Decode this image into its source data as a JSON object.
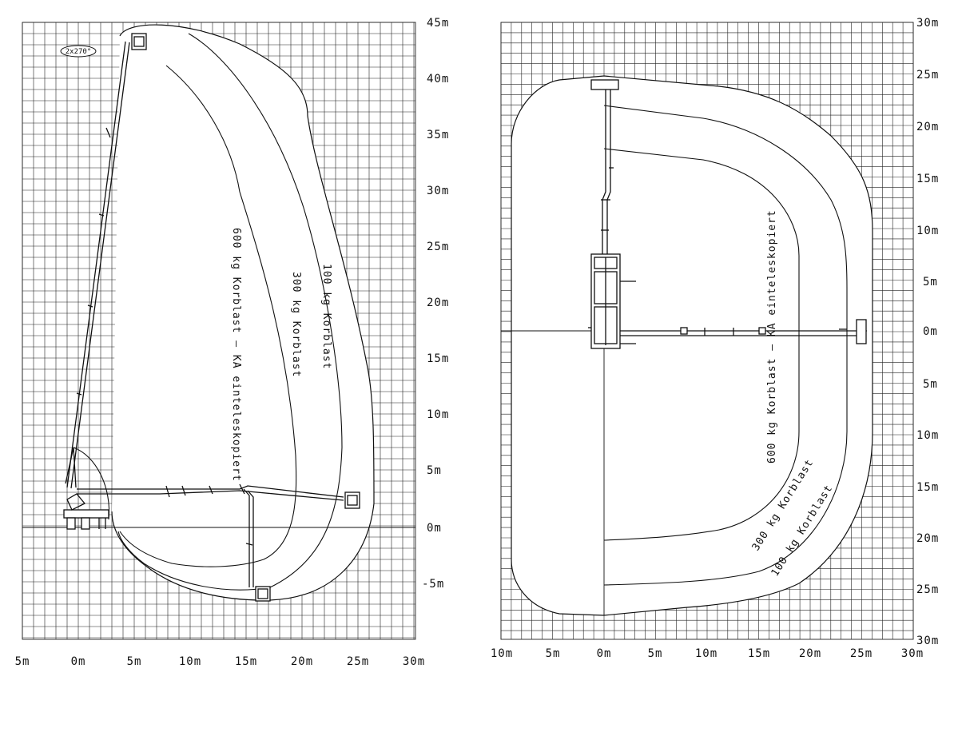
{
  "side_view": {
    "y_labels": [
      "45m",
      "40m",
      "35m",
      "30m",
      "25m",
      "20m",
      "15m",
      "10m",
      "5m",
      "0m",
      "-5m"
    ],
    "x_labels": [
      "5m",
      "0m",
      "5m",
      "10m",
      "15m",
      "20m",
      "25m",
      "30m"
    ],
    "rotation_note": "2x270°",
    "curves": {
      "load_100": "100 kg Korblast",
      "load_300": "300 kg Korblast",
      "load_600": "600 kg Korblast – KA einteleskopiert"
    }
  },
  "top_view": {
    "y_labels": [
      "30m",
      "25m",
      "20m",
      "15m",
      "10m",
      "5m",
      "0m",
      "5m",
      "10m",
      "15m",
      "20m",
      "25m",
      "30m"
    ],
    "x_labels": [
      "10m",
      "5m",
      "0m",
      "5m",
      "10m",
      "15m",
      "20m",
      "25m",
      "30m"
    ],
    "curves": {
      "load_100": "100 kg Korblast",
      "load_300": "300 kg Korblast",
      "load_600": "600 kg Korblast – KA einteleskopiert"
    }
  },
  "colors": {
    "line": "#111111",
    "grid": "#222222",
    "background": "#ffffff"
  }
}
